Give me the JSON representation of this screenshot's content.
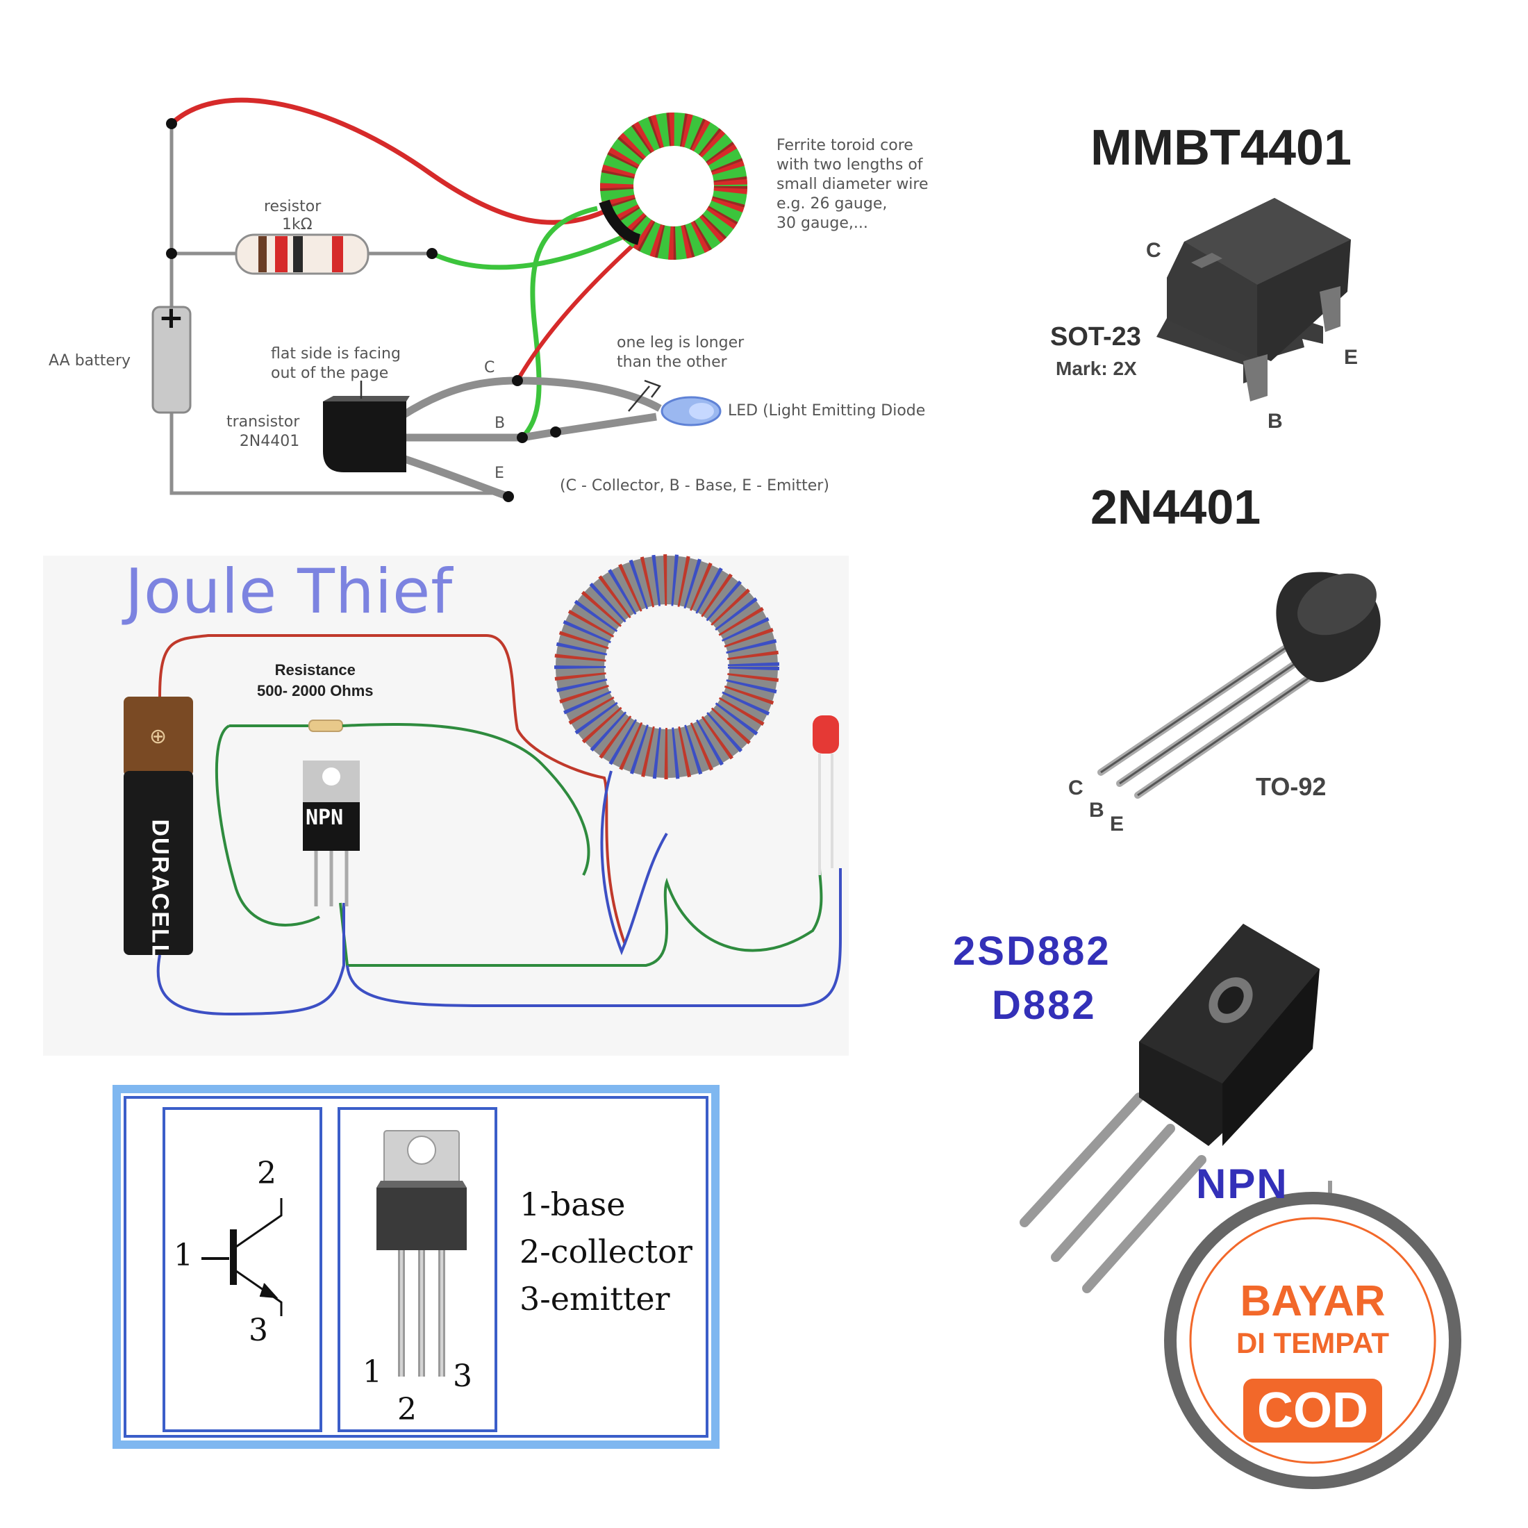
{
  "top_diagram": {
    "ferrite_note": [
      "Ferrite toroid core",
      "with two lengths of",
      "small diameter wire",
      "e.g. 26 gauge,",
      "30 gauge,..."
    ],
    "resistor_label": "resistor",
    "resistor_value": "1kΩ",
    "battery_label": "AA battery",
    "battery_plus": "+",
    "flat_side_note": [
      "flat side is facing",
      "out of the page"
    ],
    "transistor_label": [
      "transistor",
      "2N4401"
    ],
    "leg_note": [
      "one leg is longer",
      "than the other"
    ],
    "led_label": "LED (Light Emitting Diode",
    "pin_c": "C",
    "pin_b": "B",
    "pin_e": "E",
    "pin_legend": "(C - Collector, B - Base, E - Emitter)"
  },
  "mmbt": {
    "title": "MMBT4401",
    "package": "SOT-23",
    "mark": "Mark: 2X",
    "pin_c": "C",
    "pin_b": "B",
    "pin_e": "E"
  },
  "n2n": {
    "title": "2N4401",
    "package": "TO-92",
    "pin_c": "C",
    "pin_b": "B",
    "pin_e": "E"
  },
  "joule_thief": {
    "title": "Joule Thief",
    "resistance_label": [
      "Resistance",
      "500- 2000 Ohms"
    ],
    "battery_brand": "DURACELL",
    "transistor_text": "NPN"
  },
  "pinout_panel": {
    "pin1": "1",
    "pin2": "2",
    "pin3": "3",
    "legend": [
      "1-base",
      "2-collector",
      "3-emitter"
    ]
  },
  "d882": {
    "line1": "2SD882",
    "line2": "D882",
    "type": "NPN"
  },
  "badge": {
    "line1": "BAYAR",
    "line2": "DI TEMPAT",
    "line3": "COD"
  },
  "colors": {
    "wire_red": "#d62a2a",
    "wire_green": "#3cc43c",
    "wire_grey": "#8e8e8e",
    "jt_red": "#c0392b",
    "jt_green": "#2e8b3e",
    "jt_blue": "#3c4fc4",
    "title_purple": "#7c83e0",
    "title_blue": "#3330b8",
    "badge_orange": "#f2682a",
    "panel_border": "#3b5ec9"
  }
}
